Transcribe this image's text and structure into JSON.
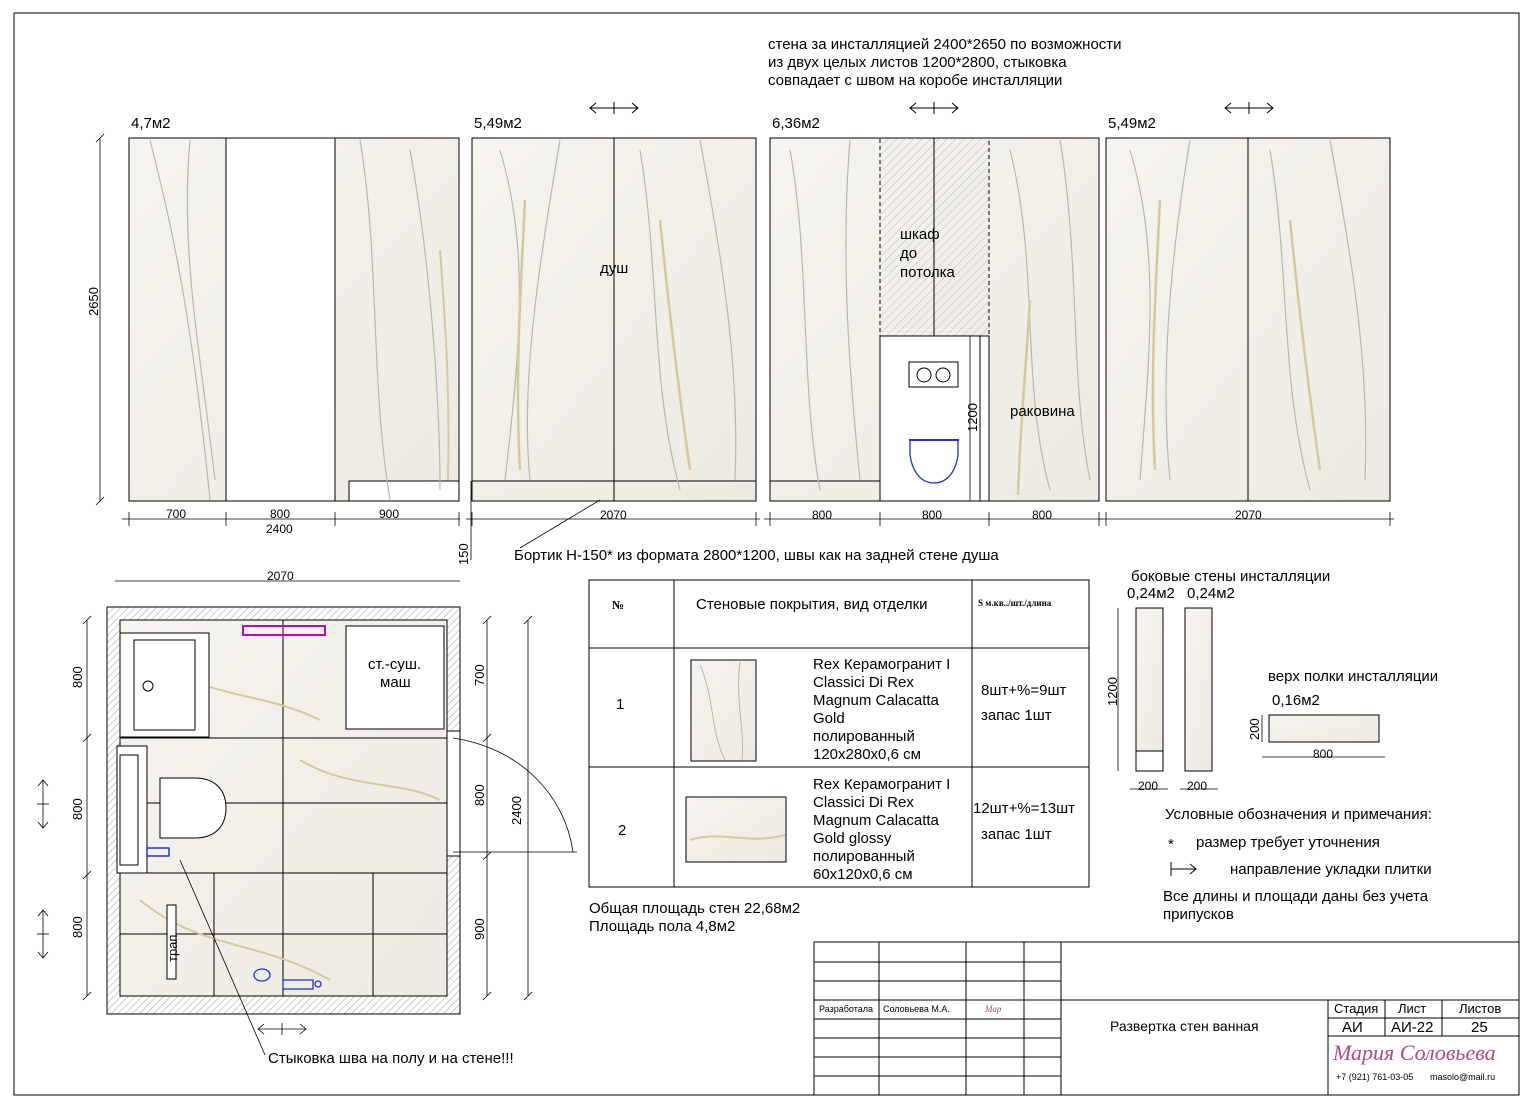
{
  "title_note": {
    "line1": "стена за инсталляцией 2400*2650 по возможности",
    "line2": "из двух целых листов 1200*2800, стыковка",
    "line3": "совпадает с швом на коробе инсталляции"
  },
  "walls": [
    {
      "area": "4,7м2",
      "dims": [
        "700",
        "800",
        "900"
      ],
      "total": "2400"
    },
    {
      "area": "5,49м2",
      "label": "душ",
      "total": "2070"
    },
    {
      "area": "6,36м2",
      "labels": [
        "шкаф",
        "до",
        "потолка",
        "раковина"
      ],
      "dims": [
        "800",
        "800",
        "800"
      ],
      "inst_height": "1200"
    },
    {
      "area": "5,49м2",
      "total": "2070"
    }
  ],
  "height_dim": "2650",
  "bort_dim": "150",
  "bort_note": "Бортик Н-150* из формата 2800*1200, швы как на задней стене душа",
  "plan": {
    "top_dim": "2070",
    "left_dims": [
      "800",
      "800",
      "800"
    ],
    "right_dims": [
      "700",
      "800",
      "900"
    ],
    "total_dim": "2400",
    "washer_label_1": "ст.-суш.",
    "washer_label_2": "маш",
    "drain_label": "трап",
    "seam_note": "Стыковка шва на полу и на стене!!!"
  },
  "table": {
    "headers": [
      "№",
      "Стеновые покрытия, вид отделки",
      "S м.кв../шт./длина"
    ],
    "rows": [
      {
        "num": "1",
        "desc": [
          "Rex Керамогранит I",
          "Classici Di Rex",
          "Magnum Calacatta",
          "Gold",
          "полированный",
          "120x280x0,6 см"
        ],
        "qty": "8шт+%=9шт",
        "reserve": "запас 1шт"
      },
      {
        "num": "2",
        "desc": [
          "Rex Керамогранит I",
          "Classici Di Rex",
          "Magnum Calacatta",
          "Gold glossy",
          "полированный",
          "60x120x0,6 см"
        ],
        "qty": "12шт+%=13шт",
        "reserve": "запас 1шт"
      }
    ],
    "total_walls": "Общая площадь стен 22,68м2",
    "total_floor": "Площадь пола 4,8м2"
  },
  "install": {
    "side_title": "боковые стены инсталляции",
    "side_area_1": "0,24м2",
    "side_area_2": "0,24м2",
    "height": "1200",
    "w1": "200",
    "w2": "200",
    "shelf_title": "верх полки инсталляции",
    "shelf_area": "0,16м2",
    "shelf_h": "200",
    "shelf_w": "800"
  },
  "legend": {
    "title": "Условные обозначения и примечания:",
    "star": "*",
    "star_text": "размер требует уточнения",
    "arrow_text": "направление укладки плитки",
    "note_1": "Все длины и площади даны без учета",
    "note_2": "припусков"
  },
  "stamp": {
    "developed": "Разработала",
    "author": "Соловьева М.А.",
    "sign": "Мар",
    "sheet_title": "Развертка стен ванная",
    "stage_h": "Стадия",
    "sheet_h": "Лист",
    "sheets_h": "Листов",
    "stage": "АИ",
    "sheet": "АИ-22",
    "sheets": "25",
    "brand": "Мария Соловьева",
    "phone": "+7 (921) 761-03-05",
    "email": "masolo@mail.ru"
  }
}
